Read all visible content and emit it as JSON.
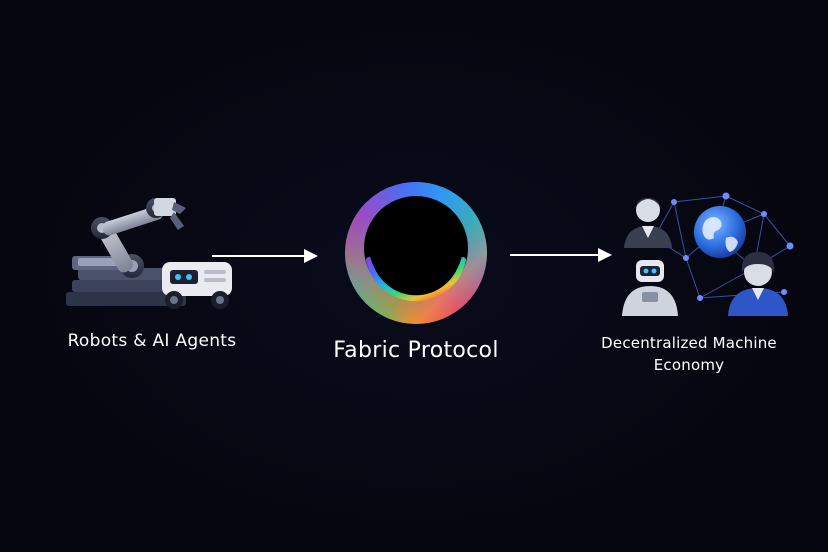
{
  "diagram": {
    "nodes": [
      {
        "id": "robots",
        "label": "Robots & AI Agents",
        "icon": "robot-arm-and-rover-icon"
      },
      {
        "id": "protocol",
        "label": "Fabric Protocol",
        "icon": "gradient-ring-logo-icon"
      },
      {
        "id": "economy",
        "label": "Decentralized Machine Economy",
        "icon": "people-robot-globe-network-icon"
      }
    ],
    "edges": [
      {
        "from": "robots",
        "to": "protocol"
      },
      {
        "from": "protocol",
        "to": "economy"
      }
    ],
    "colors": {
      "background": "#05060f",
      "text": "#ffffff",
      "arrow": "#ffffff",
      "ring_gradient": [
        "#4a6cf7",
        "#1fb6e8",
        "#3fd86e",
        "#f2c230",
        "#f2603a",
        "#d6339b",
        "#7a4cf0"
      ]
    }
  }
}
